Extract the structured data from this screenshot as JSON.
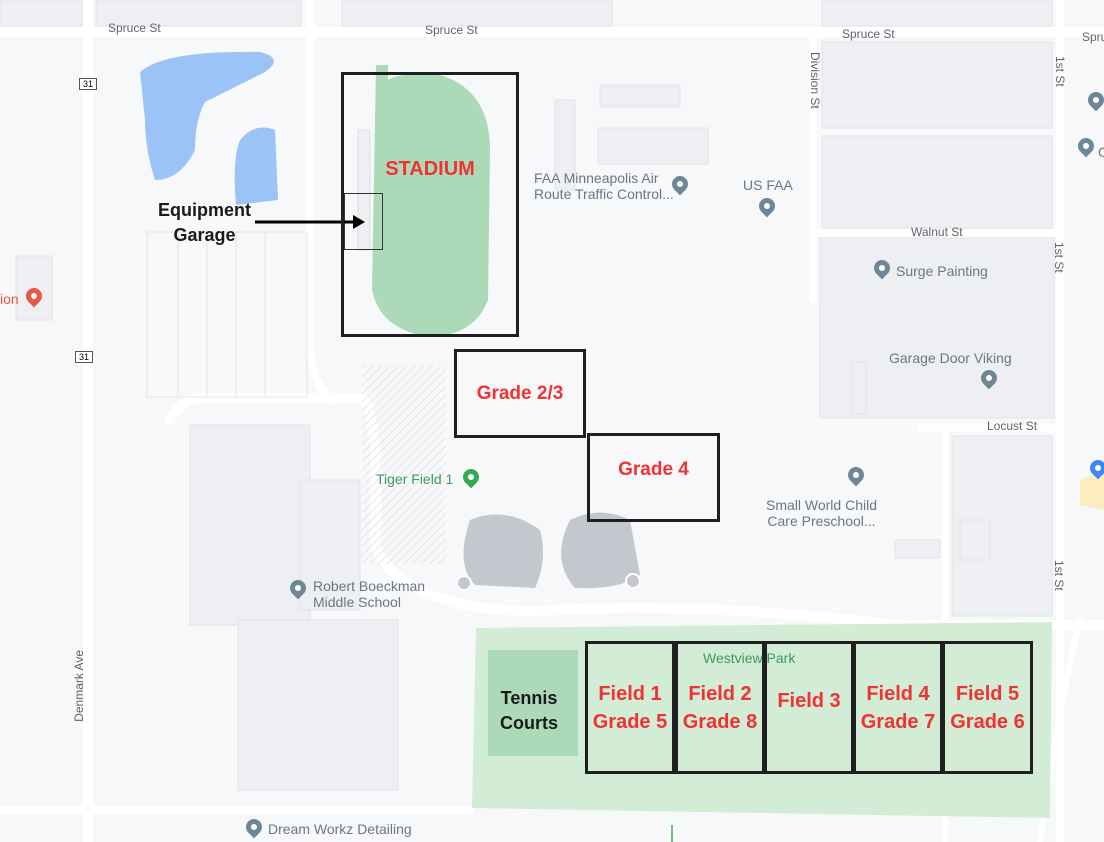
{
  "streets": {
    "spruce": "Spruce St",
    "division": "Division St",
    "walnut": "Walnut St",
    "locust": "Locust St",
    "first": "1st St",
    "denmark": "Denmark Ave",
    "route": "31",
    "spruce_cut": "Spru"
  },
  "pois": {
    "faa_center": "FAA Minneapolis Air\nRoute Traffic Control...",
    "us_faa": "US FAA",
    "surge": "Surge Painting",
    "garage_door": "Garage Door Viking",
    "small_world": "Small World Child\nCare Preschool...",
    "tiger_field": "Tiger Field 1",
    "boeckman": "Robert Boeckman\nMiddle School",
    "westview": "Westview Park",
    "dream": "Dream Workz Detailing",
    "left_cut": "ion",
    "right_cut": "C"
  },
  "annotations": {
    "stadium": "STADIUM",
    "equipment_garage": "Equipment\nGarage",
    "grade23": "Grade 2/3",
    "grade4": "Grade 4",
    "tennis": "Tennis\nCourts",
    "fields": [
      {
        "name": "Field 1",
        "grade": "Grade 5"
      },
      {
        "name": "Field 2",
        "grade": "Grade 8"
      },
      {
        "name": "Field 3",
        "grade": ""
      },
      {
        "name": "Field 4",
        "grade": "Grade 7"
      },
      {
        "name": "Field 5",
        "grade": "Grade 6"
      }
    ]
  },
  "colors": {
    "annotation_red": "#f03232",
    "water": "#9cc3f5",
    "park": "#d2ecd6",
    "track": "#acdab8"
  }
}
